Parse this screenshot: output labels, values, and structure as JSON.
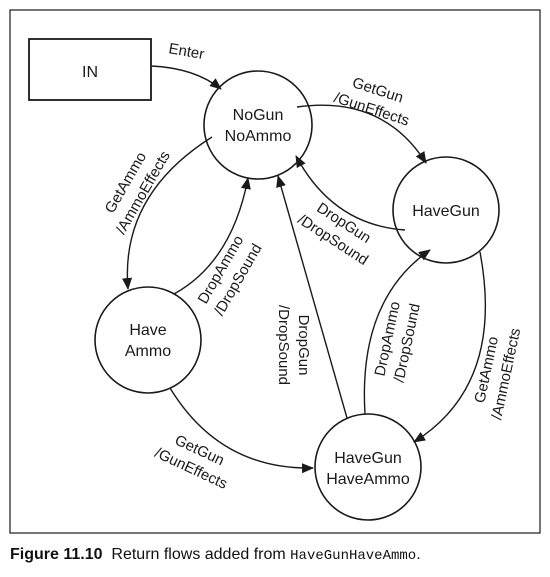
{
  "diagram": {
    "start_box": "IN",
    "states": {
      "no_gun_no_ammo": [
        "NoGun",
        "NoAmmo"
      ],
      "have_gun": [
        "HaveGun"
      ],
      "have_ammo": [
        "Have",
        "Ammo"
      ],
      "have_gun_have_ammo": [
        "HaveGun",
        "HaveAmmo"
      ]
    },
    "transitions": {
      "enter": [
        "Enter"
      ],
      "get_gun_top": [
        "GetGun",
        "/GunEffects"
      ],
      "drop_gun_top": [
        "DropGun",
        "/DropSound"
      ],
      "get_ammo_left": [
        "GetAmmo",
        "/AmmoEffects"
      ],
      "drop_ammo_left": [
        "DropAmmo",
        "/DropSound"
      ],
      "drop_gun_center": [
        "DropGun",
        "/DropSound"
      ],
      "drop_ammo_right": [
        "DropAmmo",
        "/DropSound"
      ],
      "get_ammo_right": [
        "GetAmmo",
        "/AmmoEffects"
      ],
      "get_gun_bottom": [
        "GetGun",
        "/GunEffects"
      ]
    }
  },
  "caption": {
    "label": "Figure 11.10",
    "text": "Return flows added from",
    "code": "HaveGunHaveAmmo",
    "end": "."
  }
}
